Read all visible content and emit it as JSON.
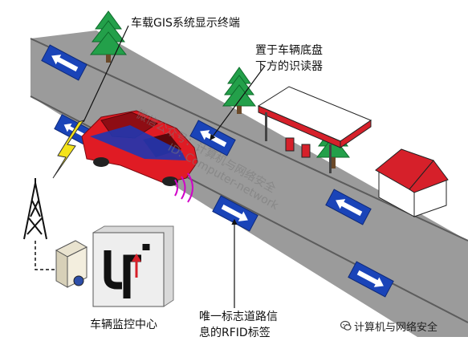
{
  "labels": {
    "gis_terminal": "车载GIS系统显示终端",
    "reader_line1": "置于车辆底盘",
    "reader_line2": "下方的识读器",
    "monitor_center": "车辆监控中心",
    "rfid_line1": "唯一标志道路信",
    "rfid_line2": "息的RFID标签"
  },
  "watermark": {
    "line1": "微信公众号：计算机与网络安全",
    "line2": "ID: Computer-network"
  },
  "footer": {
    "text": "计算机与网络安全",
    "icon": "wechat-icon"
  },
  "colors": {
    "road": "#9a9a9a",
    "road_edge": "#5c5c5c",
    "tag_blue": "#1a44b8",
    "car_red": "#e01b24",
    "tree_green": "#23a04a",
    "roof_red": "#d6202a",
    "signal_yellow": "#f4e31a"
  }
}
